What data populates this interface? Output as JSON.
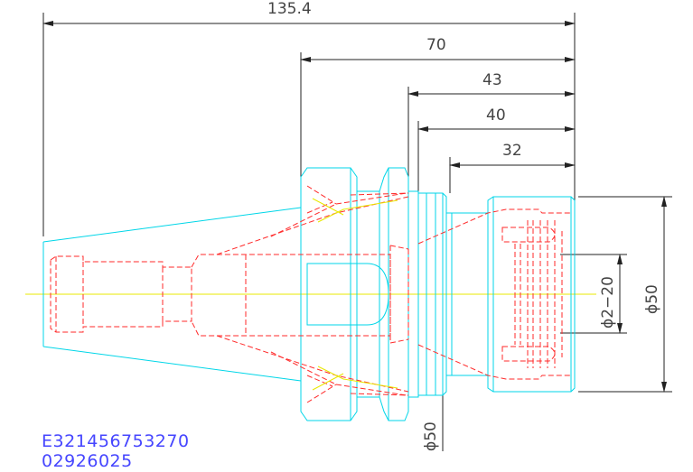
{
  "dimensions": {
    "overall_length": "135.4",
    "flange_to_end": "70",
    "length_43": "43",
    "length_40": "40",
    "length_32": "32",
    "clamp_range": "ϕ2−20",
    "nut_diameter": "ϕ50",
    "flange_diameter": "ϕ50"
  },
  "part_codes": {
    "line1": "E321456753270",
    "line2": "02926025"
  },
  "colors": {
    "outline": "#00d6e8",
    "hidden": "#ff2a2a",
    "centerline": "#e8e800",
    "dimension": "#222222",
    "code_text": "#4646ff"
  }
}
